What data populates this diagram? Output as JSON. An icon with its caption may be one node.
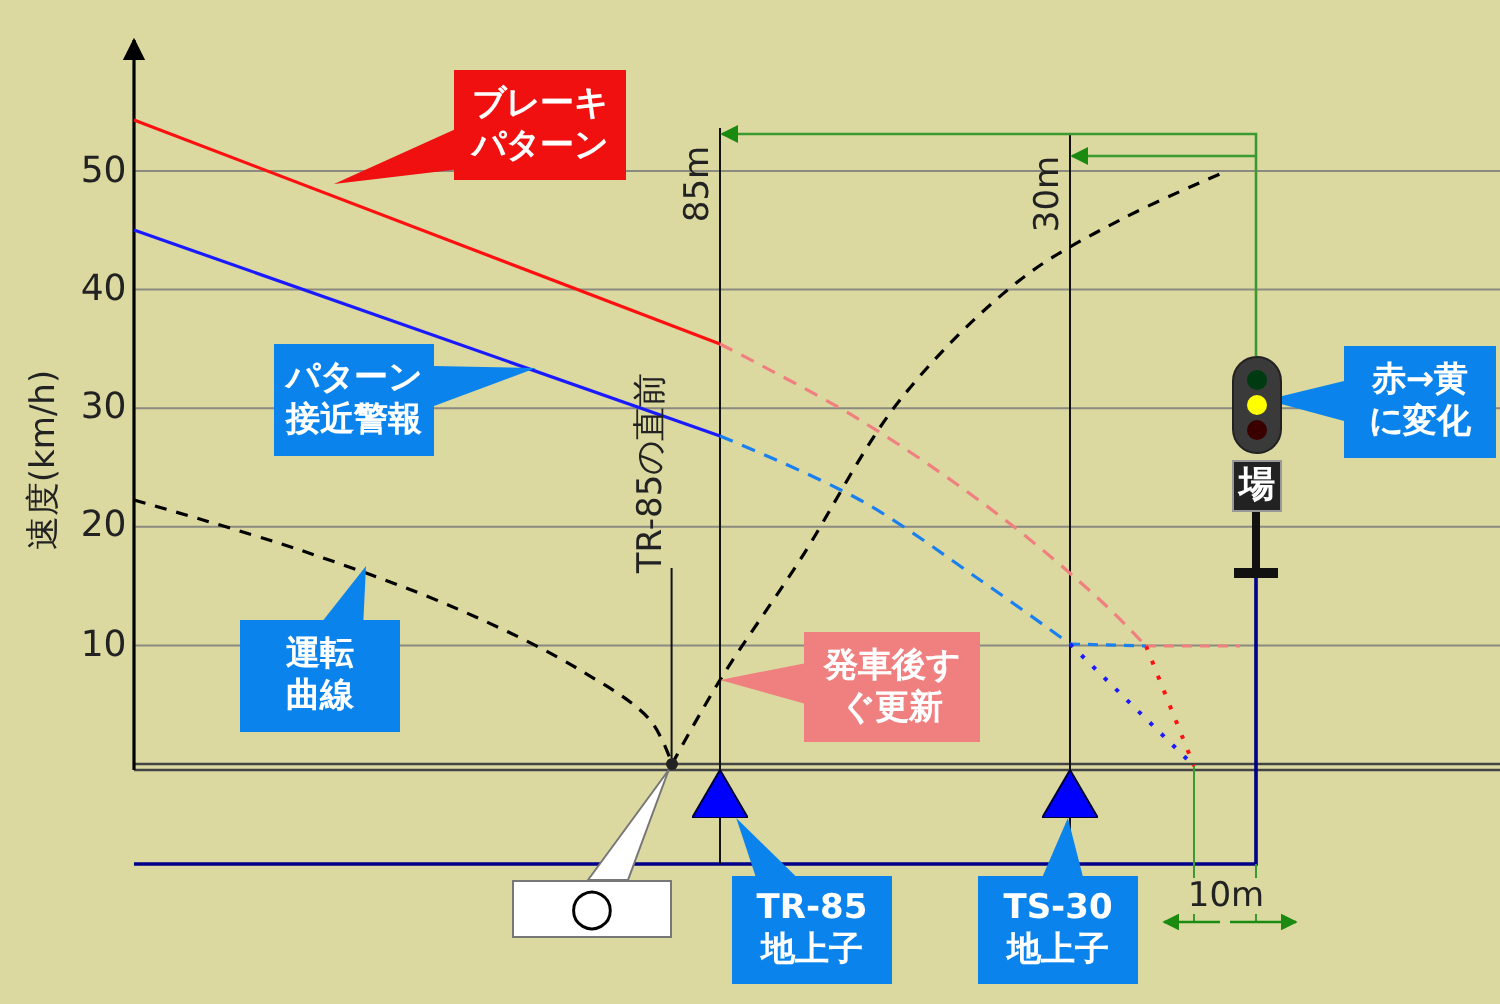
{
  "diagram": {
    "nodes": [
      {
        "text": [
          "ブレーキパターン"
        ]
      },
      {
        "text": [
          "パターン接近警報"
        ]
      },
      {
        "text": [
          "赤→黄に変化"
        ]
      },
      {
        "text": [
          "場"
        ]
      },
      {
        "text": [
          "運転曲線"
        ]
      },
      {
        "text": [
          "発車後すぐ更新"
        ]
      },
      {
        "text": [],
        "shape": "triangle"
      },
      {
        "text": [],
        "shape": "triangle"
      },
      {
        "text": [
          "○"
        ]
      },
      {
        "text": [
          "TR-85地上子"
        ]
      },
      {
        "text": [
          "TS-30地上子"
        ]
      },
      {
        "text": [
          "TR-85の直前"
        ]
      },
      {
        "text": [],
        "shape": "circle"
      }
    ],
    "edges": [
      {
        "from": 0,
        "to": null,
        "arrow": "to"
      },
      {
        "from": 1,
        "to": null,
        "arrow": "to"
      },
      {
        "from": 2,
        "to": 3,
        "arrow": "to"
      },
      {
        "from": 4,
        "to": null,
        "arrow": "to"
      },
      {
        "from": 5,
        "to": null,
        "arrow": "to"
      },
      {
        "from": 8,
        "to": 12,
        "arrow": "to"
      },
      {
        "from": 9,
        "to": 6,
        "arrow": "to"
      },
      {
        "from": 10,
        "to": 7,
        "arrow": "to"
      },
      {
        "from": 11,
        "to": 12,
        "arrow": "none"
      }
    ],
    "labels": [
      "速度(km/h)",
      "50",
      "40",
      "30",
      "20",
      "10",
      "85m",
      "30m",
      "10m"
    ]
  }
}
